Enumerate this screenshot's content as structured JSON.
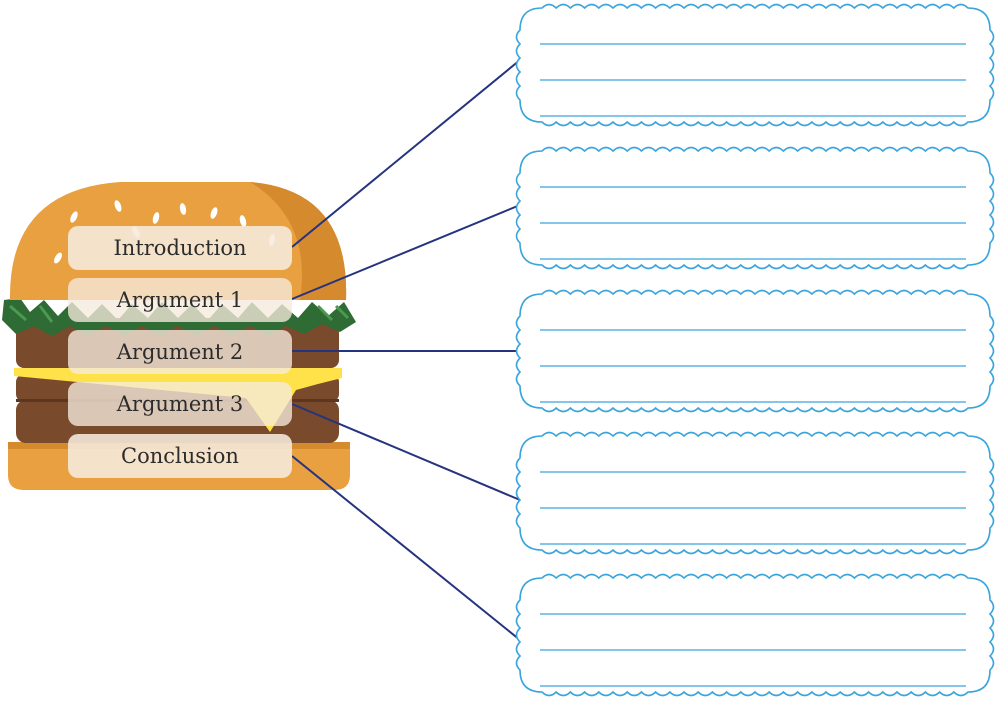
{
  "burger_sections": [
    {
      "id": "introduction",
      "label": "Introduction"
    },
    {
      "id": "argument-1",
      "label": "Argument 1"
    },
    {
      "id": "argument-2",
      "label": "Argument 2"
    },
    {
      "id": "argument-3",
      "label": "Argument 3"
    },
    {
      "id": "conclusion",
      "label": "Conclusion"
    }
  ],
  "note_boxes": [
    {
      "id": "introduction",
      "lines": 3
    },
    {
      "id": "argument-1",
      "lines": 3
    },
    {
      "id": "argument-2",
      "lines": 3
    },
    {
      "id": "argument-3",
      "lines": 3
    },
    {
      "id": "conclusion",
      "lines": 3
    }
  ],
  "colors": {
    "bun": "#e8a040",
    "bun_shade": "#d68a2e",
    "sesame": "#ffffff",
    "lettuce": "#2f6b35",
    "lettuce_light": "#4c9a52",
    "patty": "#7a4a2c",
    "patty_dark": "#5d3620",
    "cheese": "#ffe14a",
    "label_box": "#f6ebdd",
    "label_text": "#2c2c2c",
    "connector": "#26337f",
    "box_border": "#3aa5dc",
    "ruled_line": "#3aa5dc"
  }
}
